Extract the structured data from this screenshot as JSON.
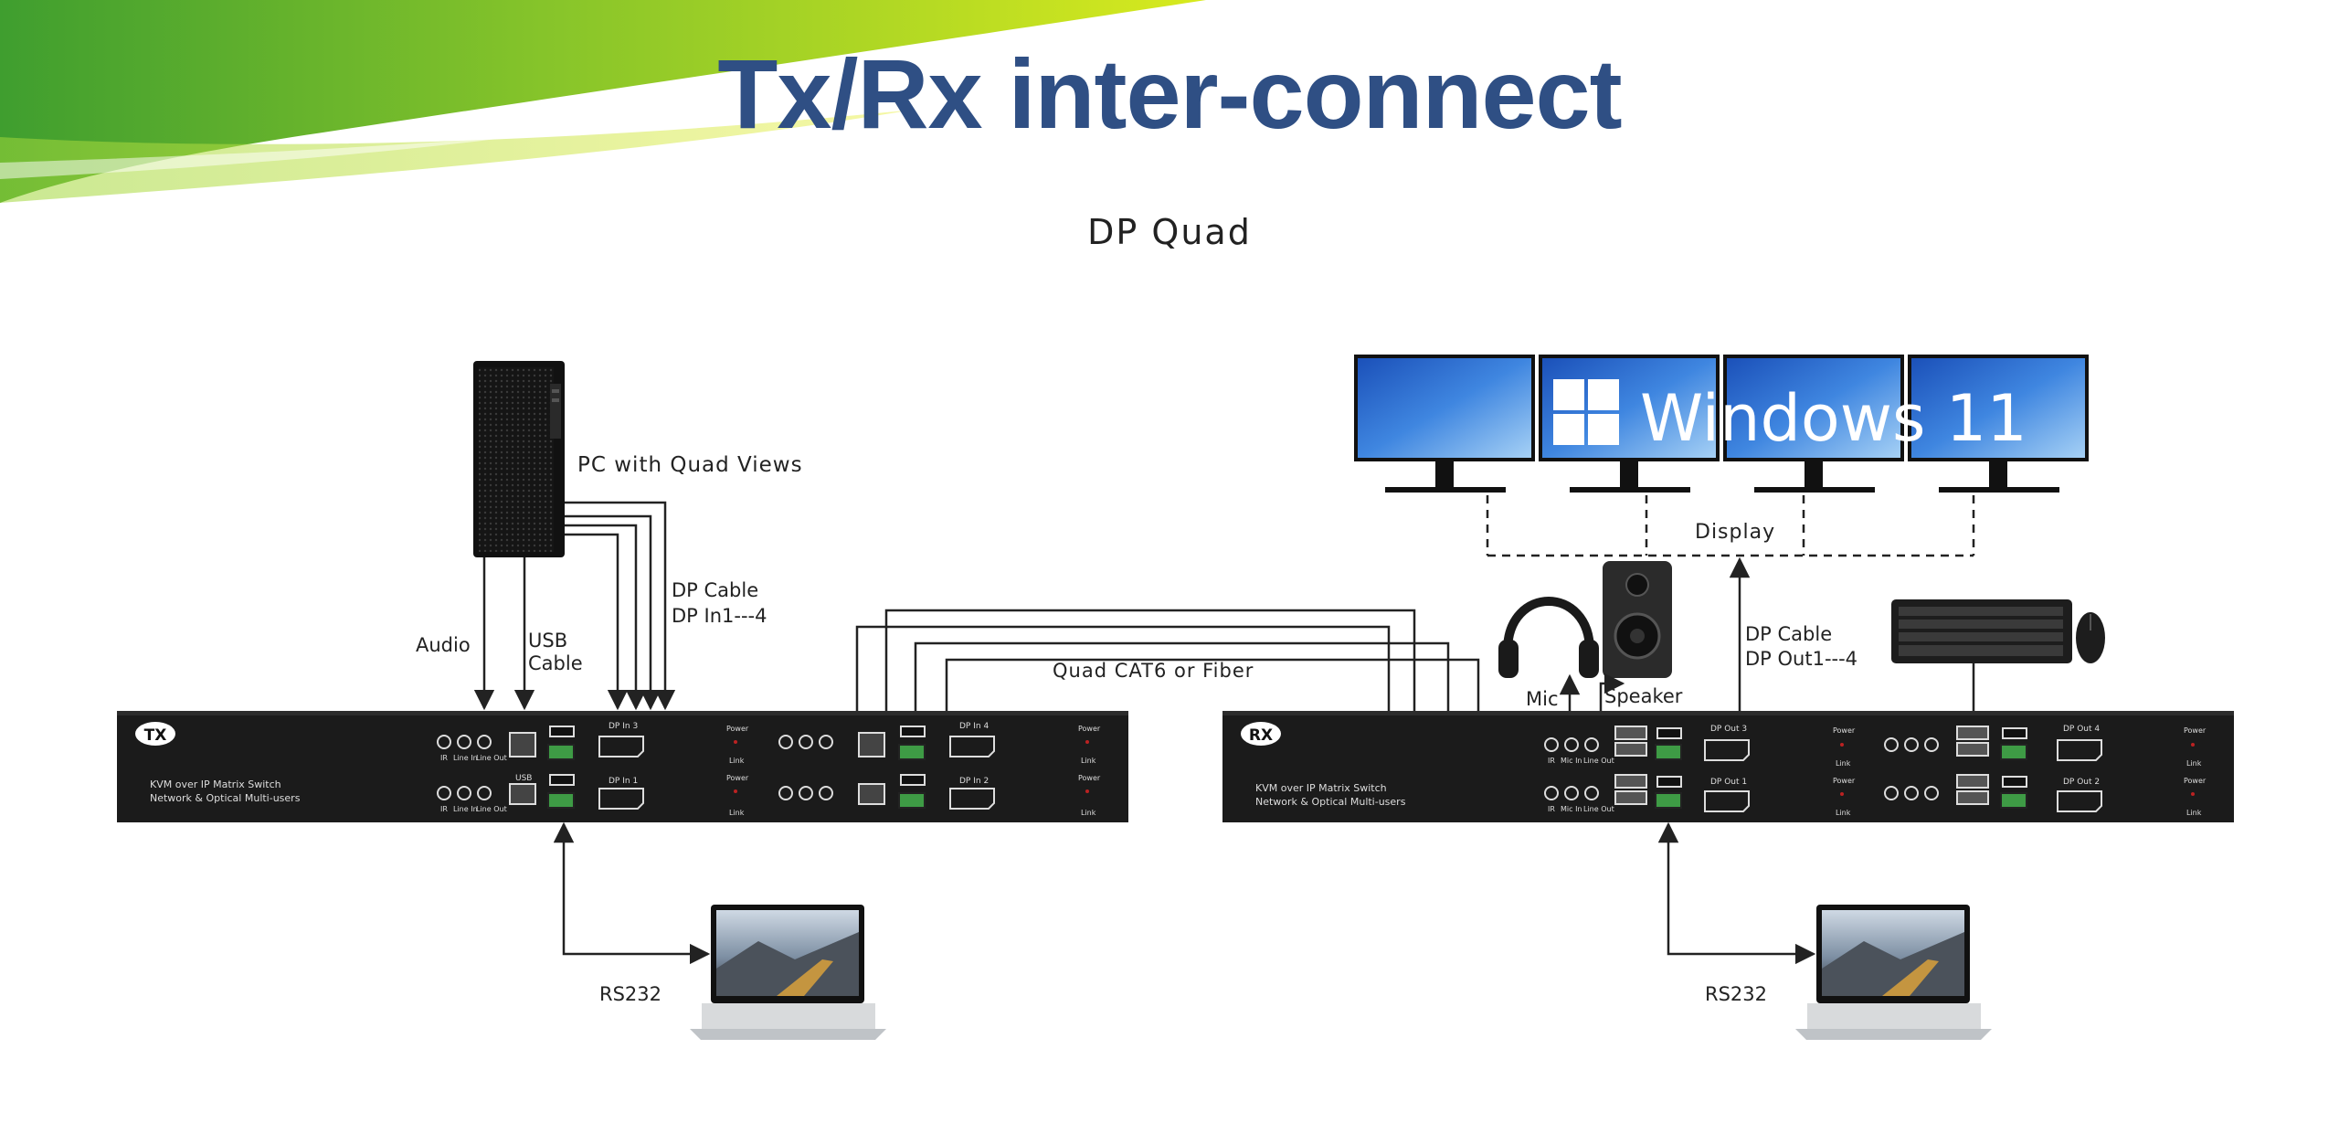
{
  "slide": {
    "title": "Tx/Rx inter-connect",
    "subtitle": "DP Quad"
  },
  "colors": {
    "title": "#2f4f84",
    "device_body": "#1b1b1b",
    "swoosh_dark": "#3f9e2f",
    "swoosh_light": "#cde51c",
    "line": "#222222"
  },
  "labels": {
    "pc": "PC with Quad Views",
    "audio": "Audio",
    "usb_cable_1": "USB",
    "usb_cable_2": "Cable",
    "dp_cable_tx_1": "DP Cable",
    "dp_cable_tx_2": "DP In1---4",
    "quad_cat6": "Quad CAT6 or Fiber",
    "display": "Display",
    "dp_cable_rx_1": "DP Cable",
    "dp_cable_rx_2": "DP Out1---4",
    "mic": "Mic",
    "speaker": "Speaker",
    "rs232_tx": "RS232",
    "rs232_rx": "RS232",
    "windows": "Windows 11"
  },
  "tx_panel": {
    "badge": "TX",
    "desc_1": "KVM over IP Matrix Switch",
    "desc_2": "Network & Optical Multi-users",
    "jack_labels": [
      "IR",
      "Line In",
      "Line Out"
    ],
    "usb": "USB",
    "dp_in_3": "DP In 3",
    "dp_in_1": "DP In 1",
    "dp_in_4": "DP In 4",
    "dp_in_2": "DP In 2",
    "power": "Power",
    "link": "Link"
  },
  "rx_panel": {
    "badge": "RX",
    "desc_1": "KVM over IP Matrix Switch",
    "desc_2": "Network & Optical Multi-users",
    "jack_labels": [
      "IR",
      "Mic In",
      "Line Out"
    ],
    "dp_out_3": "DP Out 3",
    "dp_out_1": "DP Out 1",
    "dp_out_4": "DP Out 4",
    "dp_out_2": "DP Out 2",
    "power": "Power",
    "link": "Link"
  }
}
